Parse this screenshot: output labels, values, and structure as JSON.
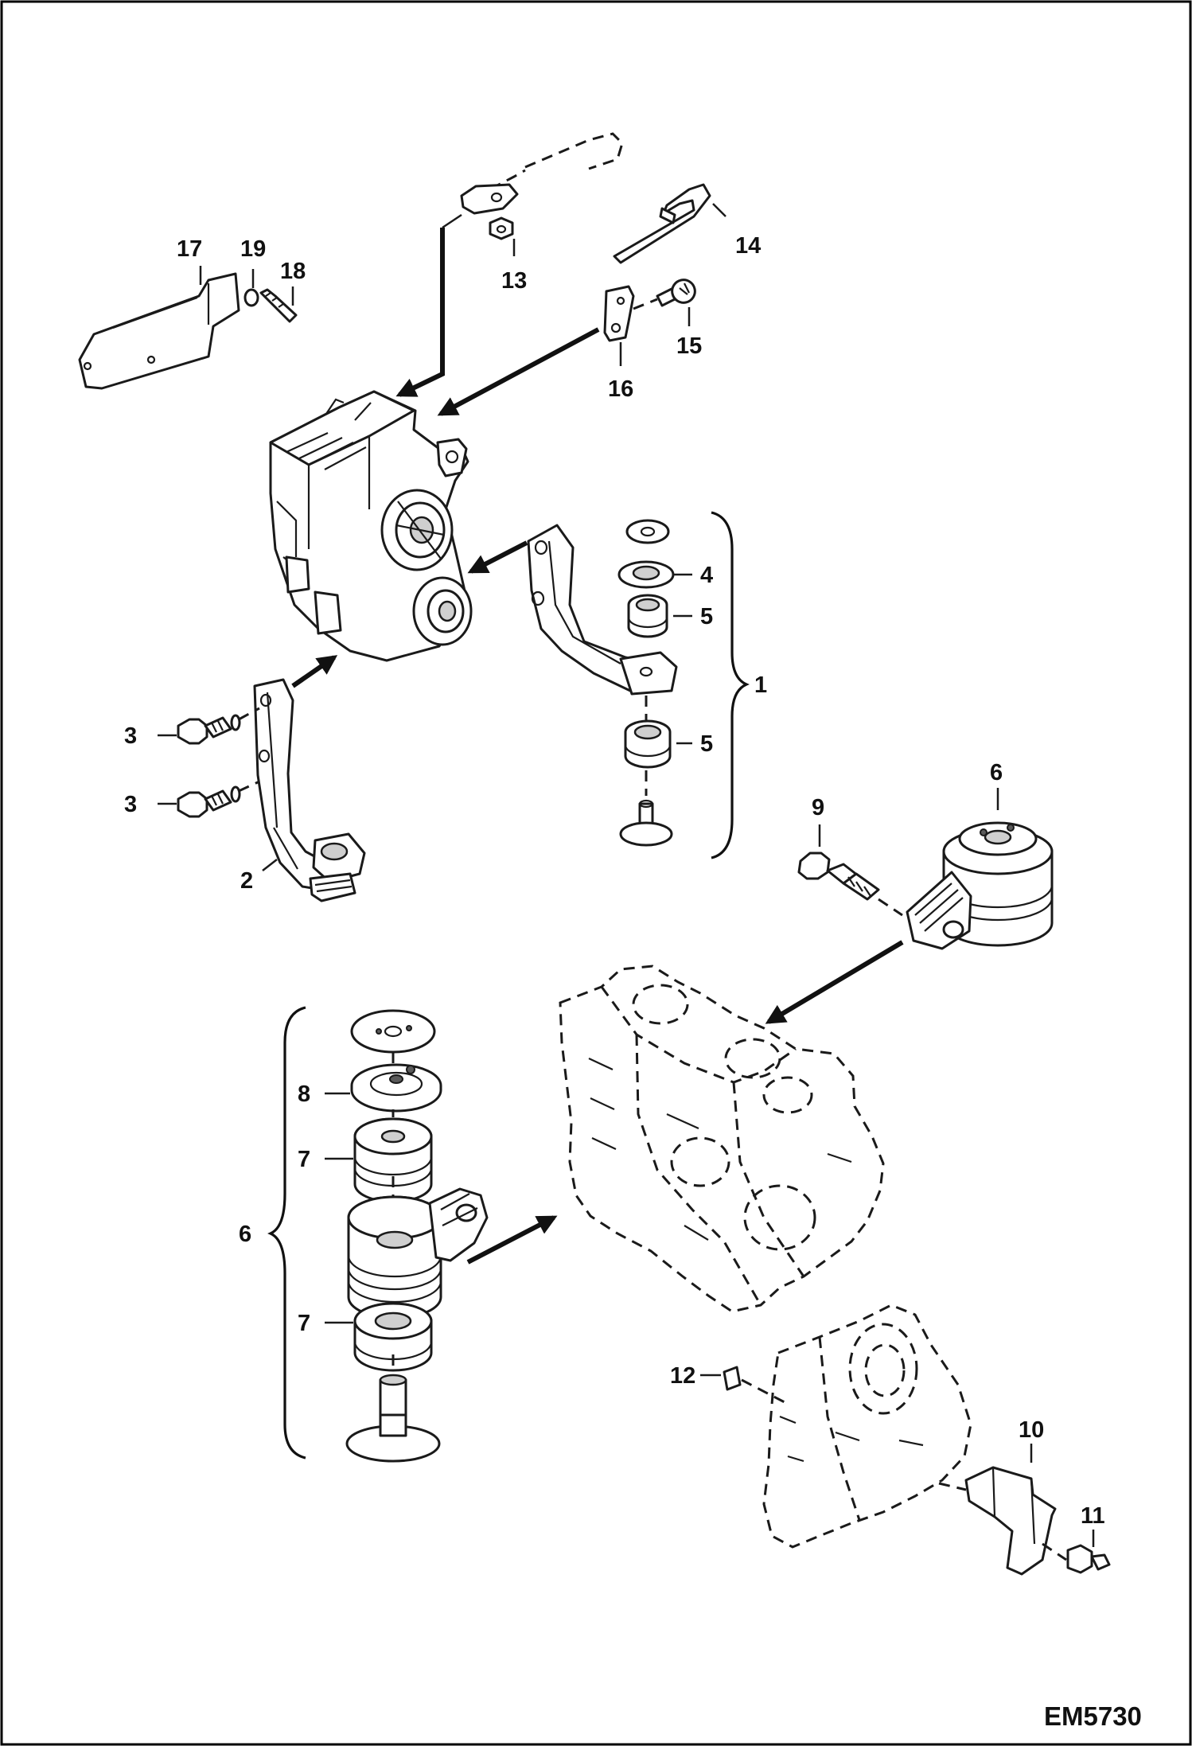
{
  "callouts": {
    "c1": "1",
    "c2": "2",
    "c3a": "3",
    "c3b": "3",
    "c4": "4",
    "c5a": "5",
    "c5b": "5",
    "c6a": "6",
    "c6b": "6",
    "c7a": "7",
    "c7b": "7",
    "c8": "8",
    "c9": "9",
    "c10": "10",
    "c11": "11",
    "c12": "12",
    "c13": "13",
    "c14": "14",
    "c15": "15",
    "c16": "16",
    "c17": "17",
    "c18": "18",
    "c19": "19"
  },
  "drawing_code": "EM5730",
  "colors": {
    "line": "#1a1a1a",
    "background": "#ffffff",
    "frame": "#000000"
  }
}
